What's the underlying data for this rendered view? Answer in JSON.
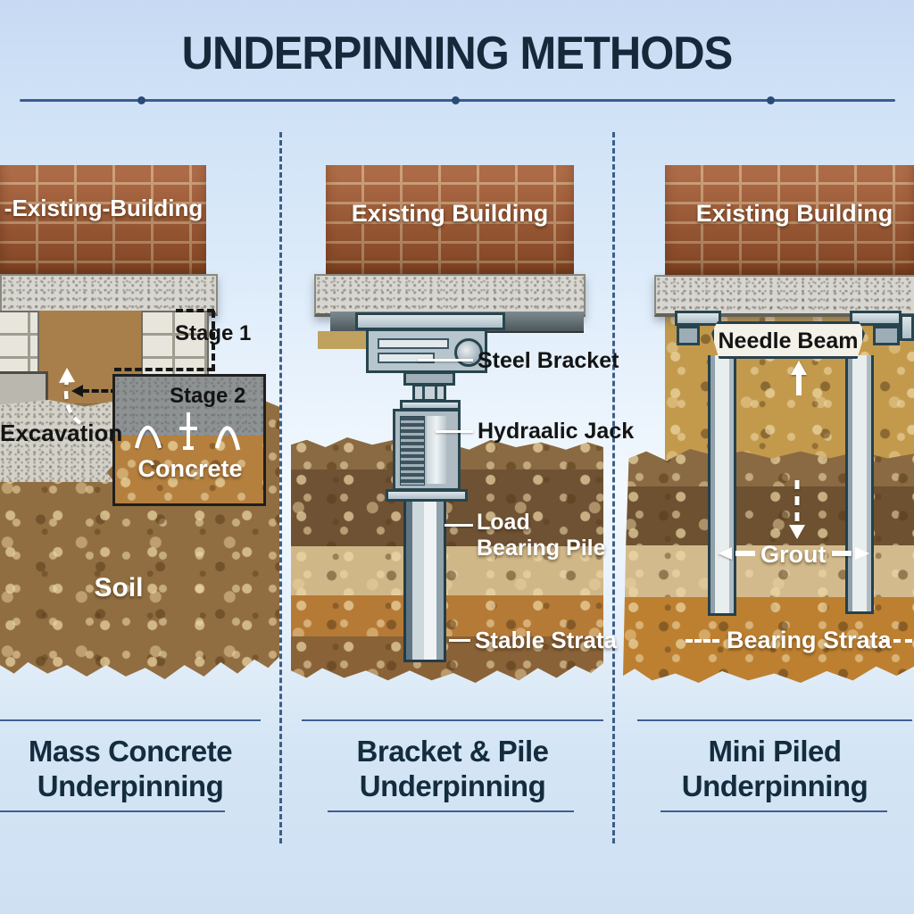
{
  "header": {
    "title": "UNDERPINNING METHODS"
  },
  "panels": [
    {
      "caption": [
        "Mass Concrete",
        "Underpinning"
      ],
      "building_label": "-Existing-Building",
      "stage1": "Stage 1",
      "stage2": "Stage 2",
      "excavation": "Excavation",
      "concrete": "Concrete",
      "soil": "Soil"
    },
    {
      "caption": [
        "Bracket & Pile",
        "Underpinning"
      ],
      "building_label": "Existing Building",
      "steel_bracket": "Steel Bracket",
      "hydraulic_jack": "Hydraalic Jack",
      "load_bearing_pile": [
        "Load",
        "Bearing Pile"
      ],
      "stable_strata": "Stable Strata"
    },
    {
      "caption": [
        "Mini Piled",
        "Underpinning"
      ],
      "building_label": "Existing Building",
      "needle_beam": "Needle Beam",
      "grout": "Grout",
      "bearing_strata": "Bearing Strata"
    }
  ],
  "colors": {
    "background": "#d6e6f8",
    "title": "#15293a",
    "caption": "#132c3e",
    "divider": "#2b4f7e",
    "brick": "#a4562c",
    "concrete_slab": "#d8d6d0",
    "steel": "#b7c5cd",
    "soil": "#916e41",
    "bearing_strata": "#bd8031",
    "label_white": "#ffffff",
    "label_black": "#141414"
  }
}
